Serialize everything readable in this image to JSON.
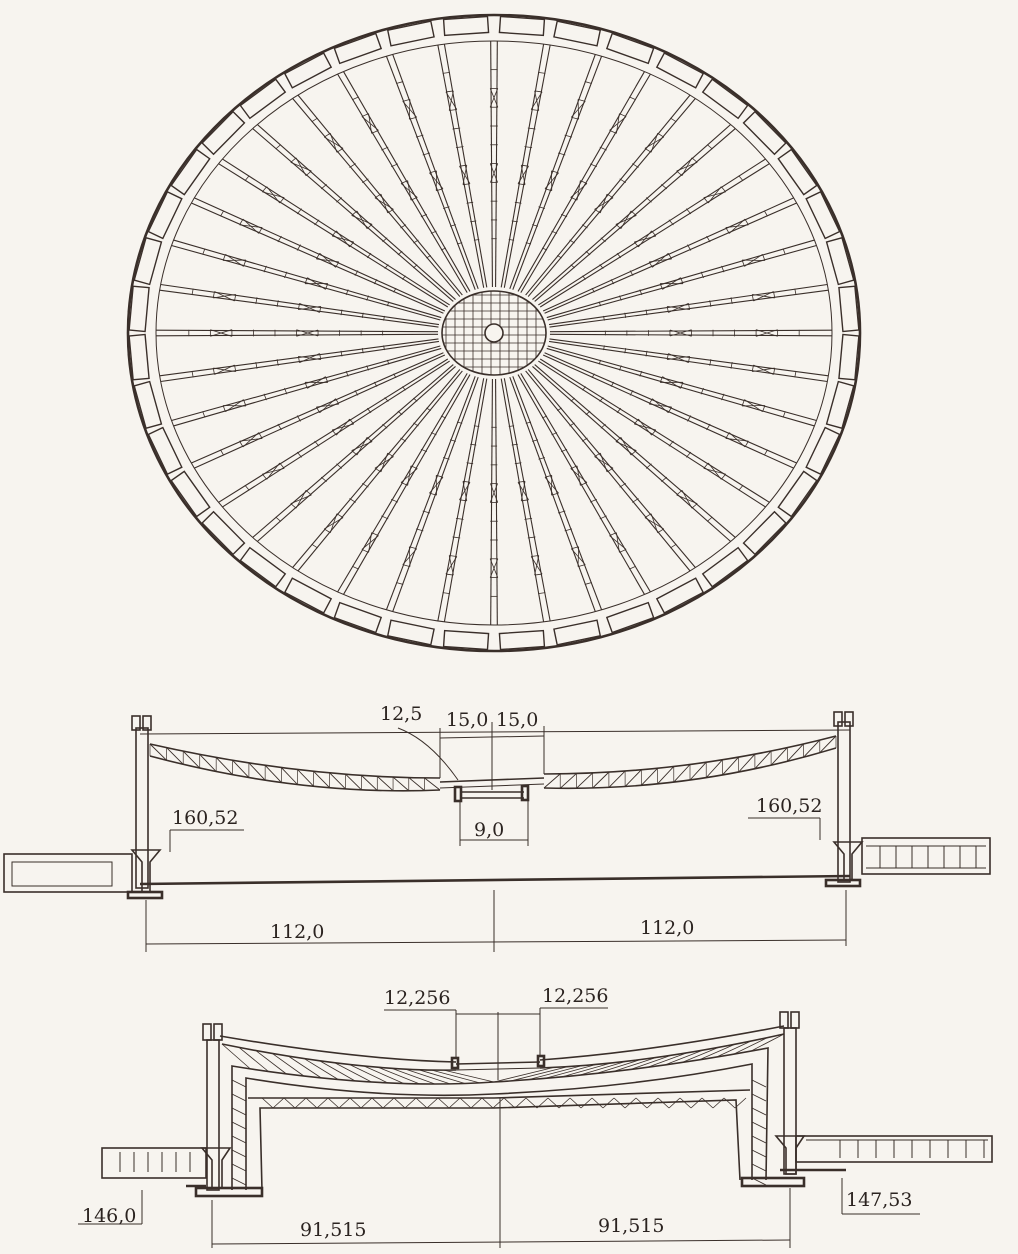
{
  "plan": {
    "radial_ribs": 40,
    "central_ring": "grid"
  },
  "section_upper": {
    "labels": {
      "dim_12_5": "12,5",
      "dim_15_left": "15,0",
      "dim_15_right": "15,0",
      "dim_9": "9,0",
      "level_left": "160,52",
      "level_right": "160,52",
      "span_left": "112,0",
      "span_right": "112,0"
    }
  },
  "section_lower": {
    "labels": {
      "dim_12256_left": "12,256",
      "dim_12256_right": "12,256",
      "level_left": "146,0",
      "level_right": "147,53",
      "span_left": "91,515",
      "span_right": "91,515"
    }
  },
  "colors": {
    "ink": "#3a2f2a",
    "paper": "#f7f4ef"
  }
}
